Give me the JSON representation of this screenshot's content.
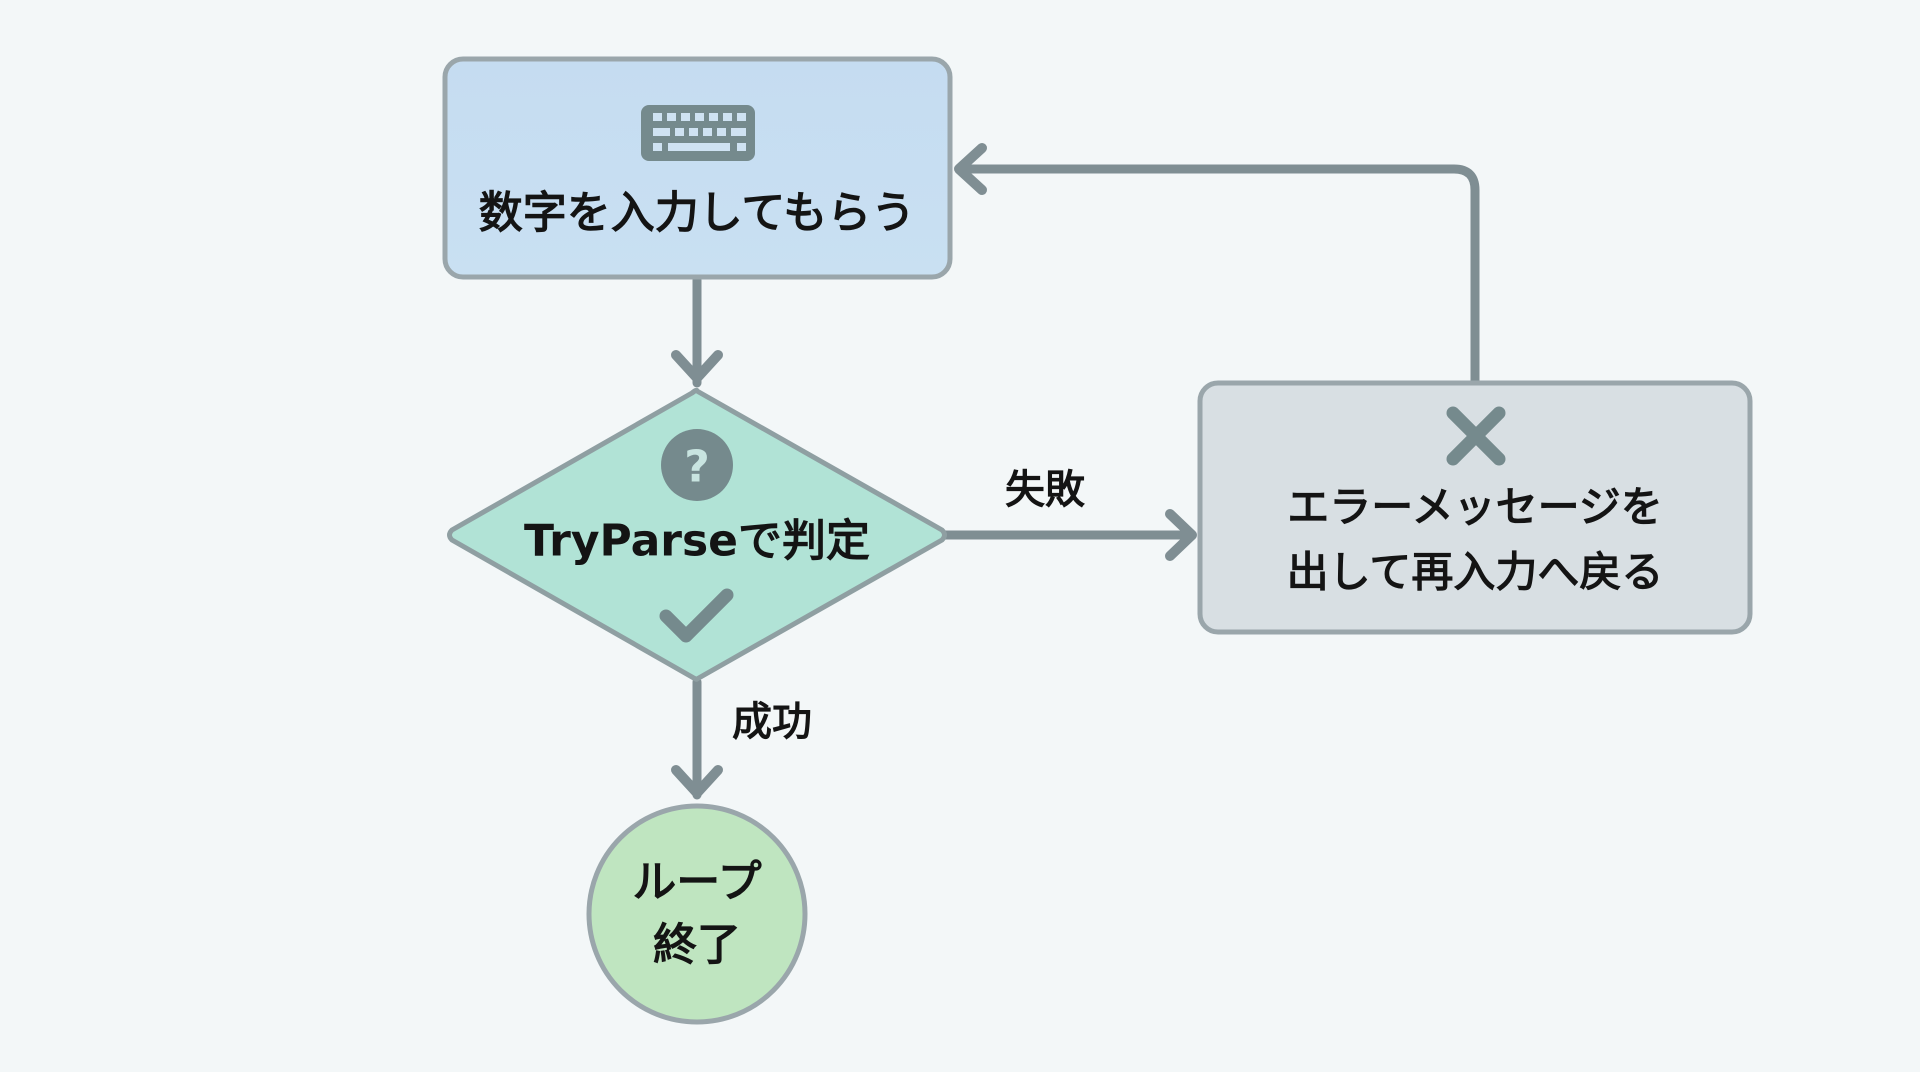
{
  "diagram": {
    "type": "flowchart",
    "nodes": {
      "input": {
        "label": "数字を入力してもらう",
        "shape": "rounded-rectangle",
        "icon": "keyboard-icon",
        "fill": "#c7def2"
      },
      "decision": {
        "label": "TryParseで判定",
        "shape": "diamond",
        "icons": [
          "question-circle-icon",
          "checkmark-icon"
        ],
        "fill": "#b1e3d6"
      },
      "error": {
        "label_line1": "エラーメッセージを",
        "label_line2": "出して再入力へ戻る",
        "shape": "rounded-rectangle",
        "icon": "x-icon",
        "fill": "#d8dfe3"
      },
      "end": {
        "label_line1": "ループ",
        "label_line2": "終了",
        "shape": "circle",
        "fill": "#bfe5c0"
      }
    },
    "edges": [
      {
        "from": "input",
        "to": "decision",
        "label": ""
      },
      {
        "from": "decision",
        "to": "error",
        "label": "失敗"
      },
      {
        "from": "decision",
        "to": "end",
        "label": "成功"
      },
      {
        "from": "error",
        "to": "input",
        "label": ""
      }
    ],
    "colors": {
      "background": "#f3f7f8",
      "stroke": "#7f8e93",
      "border": "#9aa6ab",
      "icon": "#758a8d",
      "text": "#141414"
    }
  }
}
